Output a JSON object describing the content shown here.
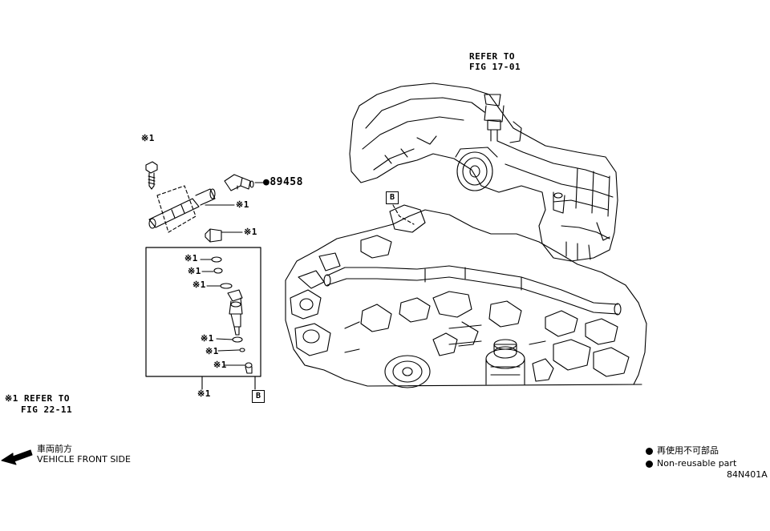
{
  "refer_top": {
    "line1": "REFER TO",
    "line2": "FIG 17-01"
  },
  "refer_left": {
    "line1": "※1 REFER TO",
    "line2": "FIG 22-11"
  },
  "part_number": "●89458",
  "mark": "※1",
  "box_label": "B",
  "front_side": {
    "jp": "車両前方",
    "en": "VEHICLE FRONT SIDE"
  },
  "legend": {
    "jp": "再使用不可部品",
    "en": "Non-reusable part"
  },
  "drawing_id": "84N401A"
}
